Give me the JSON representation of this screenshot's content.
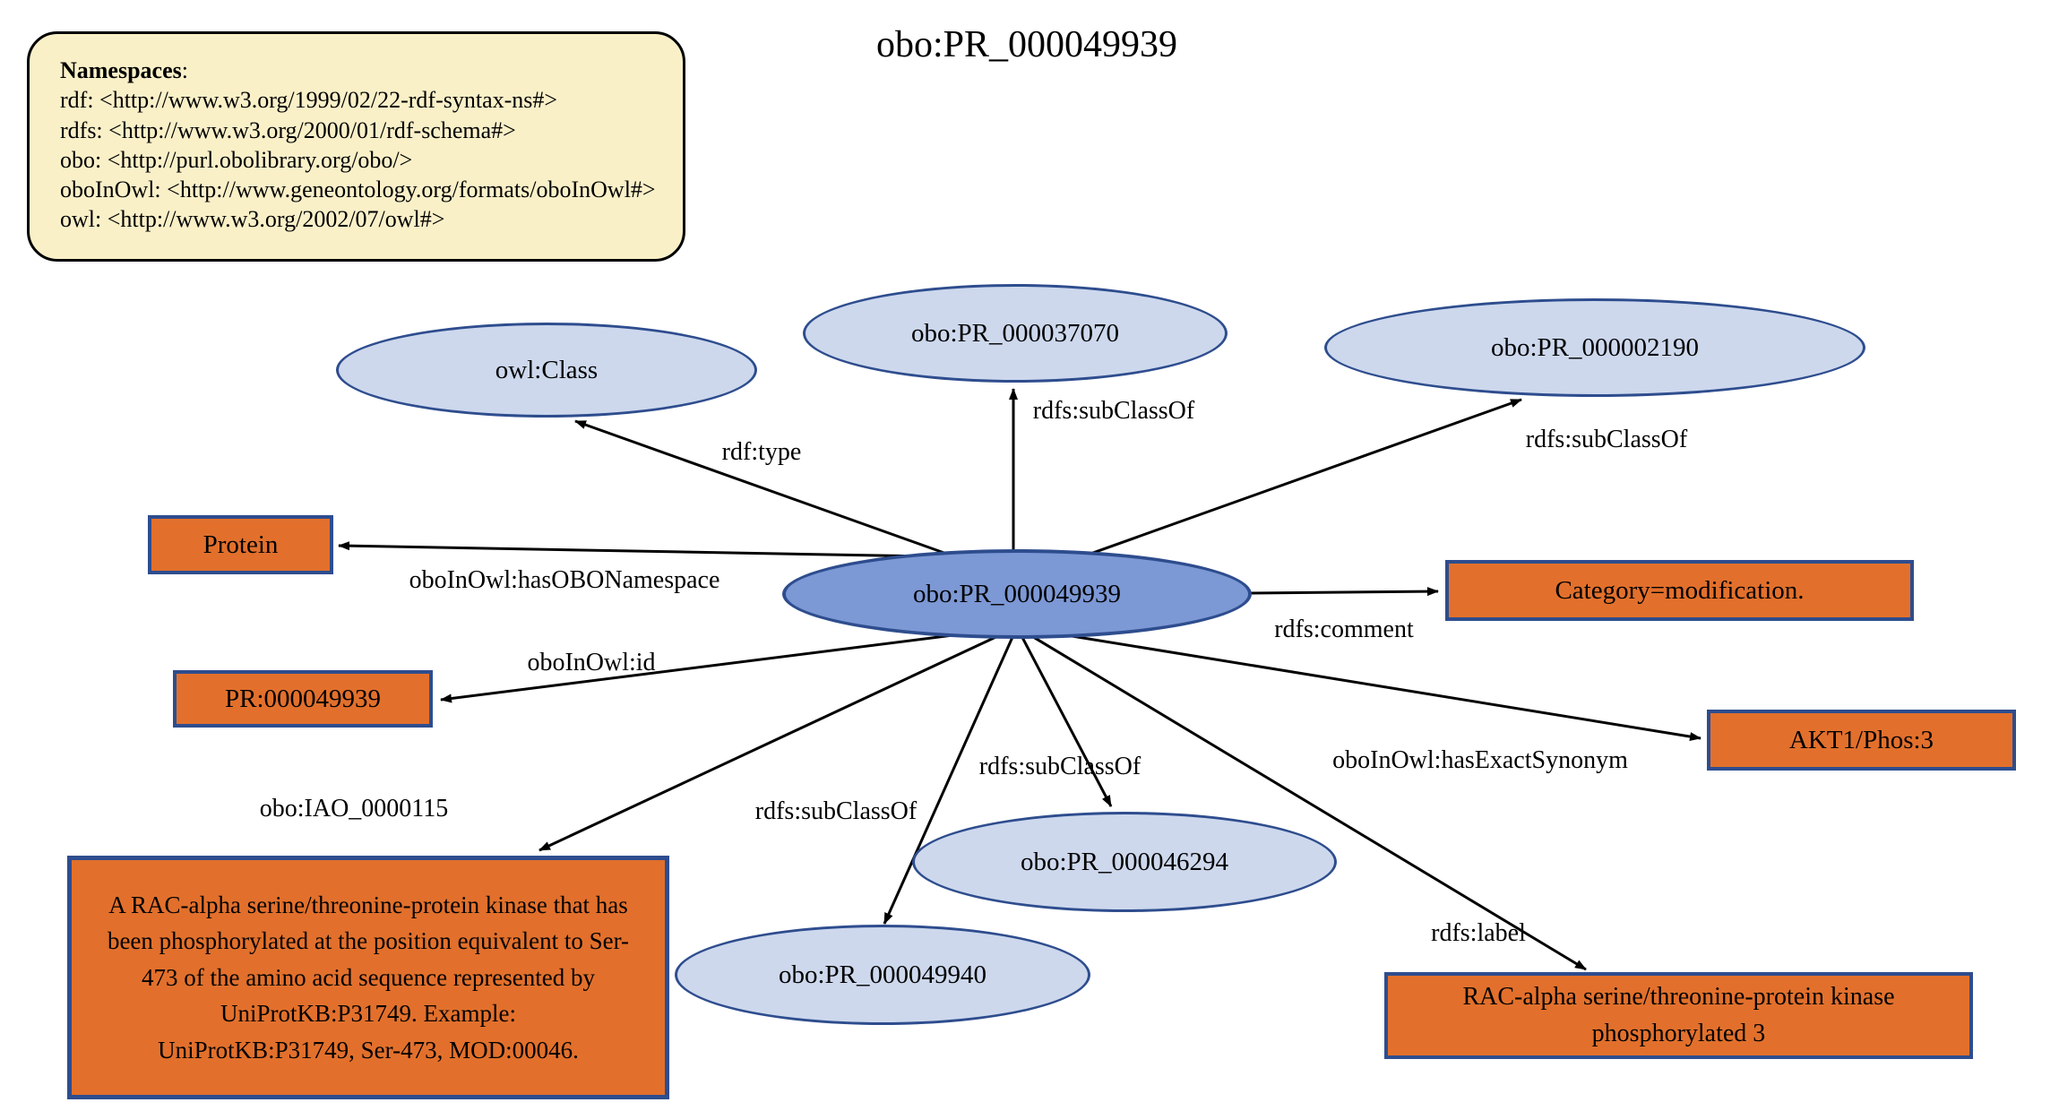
{
  "title": "obo:PR_000049939",
  "namespaces": {
    "heading": "Namespaces",
    "heading_suffix": ":",
    "lines": [
      "rdf: <http://www.w3.org/1999/02/22-rdf-syntax-ns#>",
      "rdfs: <http://www.w3.org/2000/01/rdf-schema#>",
      "obo: <http://purl.obolibrary.org/obo/>",
      "oboInOwl: <http://www.geneontology.org/formats/oboInOwl#>",
      "owl: <http://www.w3.org/2002/07/owl#>"
    ]
  },
  "colors": {
    "class_ellipse_fill": "#cdd8ed",
    "central_ellipse_fill": "#7c98d5",
    "node_border": "#2e4d8e",
    "literal_box_fill": "#e2702c",
    "namespace_box_fill": "#faf0c8",
    "arrow": "#000000"
  },
  "nodes": {
    "central": {
      "label": "obo:PR_000049939"
    },
    "owl_class": {
      "label": "owl:Class"
    },
    "pr_37070": {
      "label": "obo:PR_000037070"
    },
    "pr_2190": {
      "label": "obo:PR_000002190"
    },
    "pr_46294": {
      "label": "obo:PR_000046294"
    },
    "pr_49940": {
      "label": "obo:PR_000049940"
    },
    "protein": {
      "label": "Protein"
    },
    "category": {
      "label": "Category=modification."
    },
    "pr_id": {
      "label": "PR:000049939"
    },
    "akt": {
      "label": "AKT1/Phos:3"
    },
    "definition": {
      "label": "A RAC-alpha serine/threonine-protein kinase that has been phosphorylated at the position equivalent to Ser-473 of the amino acid sequence represented by UniProtKB:P31749. Example:\nUniProtKB:P31749, Ser-473, MOD:00046."
    },
    "rac_label": {
      "label": "RAC-alpha serine/threonine-protein kinase phosphorylated 3"
    }
  },
  "edges": {
    "rdf_type": {
      "label": "rdf:type"
    },
    "subclass_37070": {
      "label": "rdfs:subClassOf"
    },
    "subclass_2190": {
      "label": "rdfs:subClassOf"
    },
    "has_obo_namespace": {
      "label": "oboInOwl:hasOBONamespace"
    },
    "comment": {
      "label": "rdfs:comment"
    },
    "id": {
      "label": "oboInOwl:id"
    },
    "iao_definition": {
      "label": "obo:IAO_0000115"
    },
    "subclass_49940": {
      "label": "rdfs:subClassOf"
    },
    "subclass_46294": {
      "label": "rdfs:subClassOf"
    },
    "exact_synonym": {
      "label": "oboInOwl:hasExactSynonym"
    },
    "rdfs_label": {
      "label": "rdfs:label"
    }
  }
}
